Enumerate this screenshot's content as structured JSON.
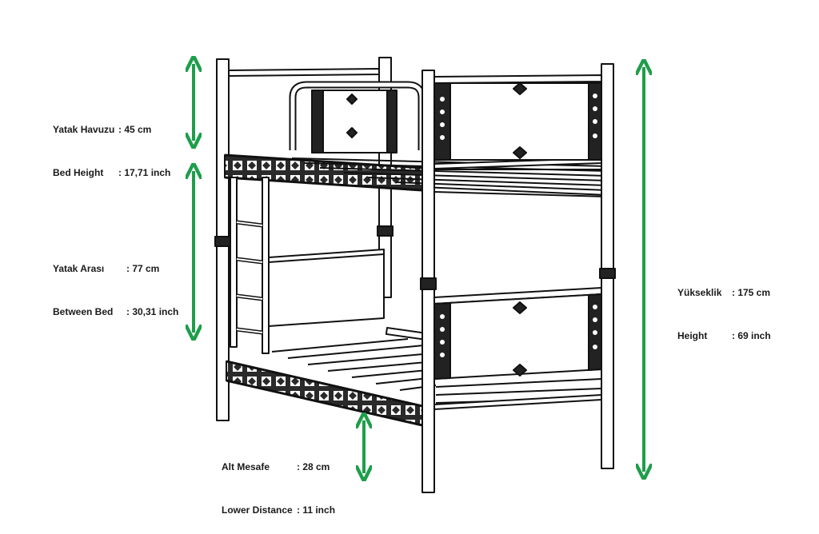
{
  "colors": {
    "arrow": "#1e9e4a",
    "frame": "#111111",
    "fill": "#ffffff"
  },
  "dimensions": {
    "bed_height": {
      "tr_label": "Yatak Havuzu",
      "tr_value": ": 45 cm",
      "en_label": "Bed Height",
      "en_value": ": 17,71 inch"
    },
    "between_bed": {
      "tr_label": "Yatak Arası",
      "tr_value": ": 77 cm",
      "en_label": "Between Bed",
      "en_value": ": 30,31 inch"
    },
    "lower_distance": {
      "tr_label": "Alt Mesafe",
      "tr_value": ": 28 cm",
      "en_label": "Lower Distance",
      "en_value": ": 11 inch"
    },
    "height": {
      "tr_label": "Yükseklik",
      "tr_value": ": 175 cm",
      "en_label": "Height",
      "en_value": ": 69 inch"
    }
  }
}
